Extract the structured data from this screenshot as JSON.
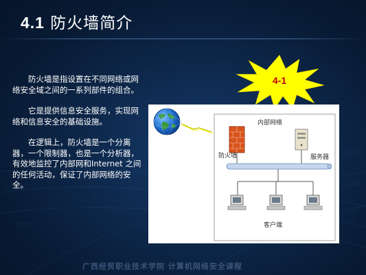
{
  "slide": {
    "title_number": "4.1",
    "title_text": "防火墙简介"
  },
  "content": {
    "paragraphs": [
      "防火墙是指设置在不同网络或网络安全域之间的一系列部件的组合。",
      "它是提供信息安全服务，实现网络和信息安全的基础设施。",
      "在逻辑上，防火墙是一个分离器，一个限制器，也是一个分析器，有效地监控了内部网和Internet 之间的任何活动，保证了内部网络的安全。"
    ]
  },
  "figure": {
    "badge": "4-1",
    "labels": {
      "internal_network": "内部网络",
      "firewall": "防火墙",
      "server": "服务器",
      "clients": "客户端"
    }
  },
  "footer": {
    "text": "广西经贸职业技术学院   计算机网络安全课程"
  },
  "colors": {
    "background": "#0d2648",
    "badge_fill": "#ffff00",
    "badge_text": "#c00000",
    "firewall_brick": "#d9541e"
  }
}
